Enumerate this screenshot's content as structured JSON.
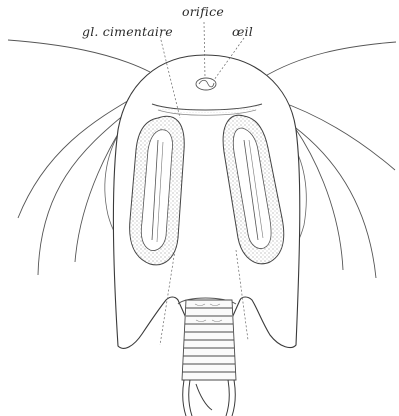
{
  "labels": {
    "orifice": "orifice",
    "gland": "gl. cimentaire",
    "eye": "œil"
  },
  "colors": {
    "ink": "#3a3a3a",
    "stipple": "#8a8a8a",
    "paper": "#ffffff"
  }
}
